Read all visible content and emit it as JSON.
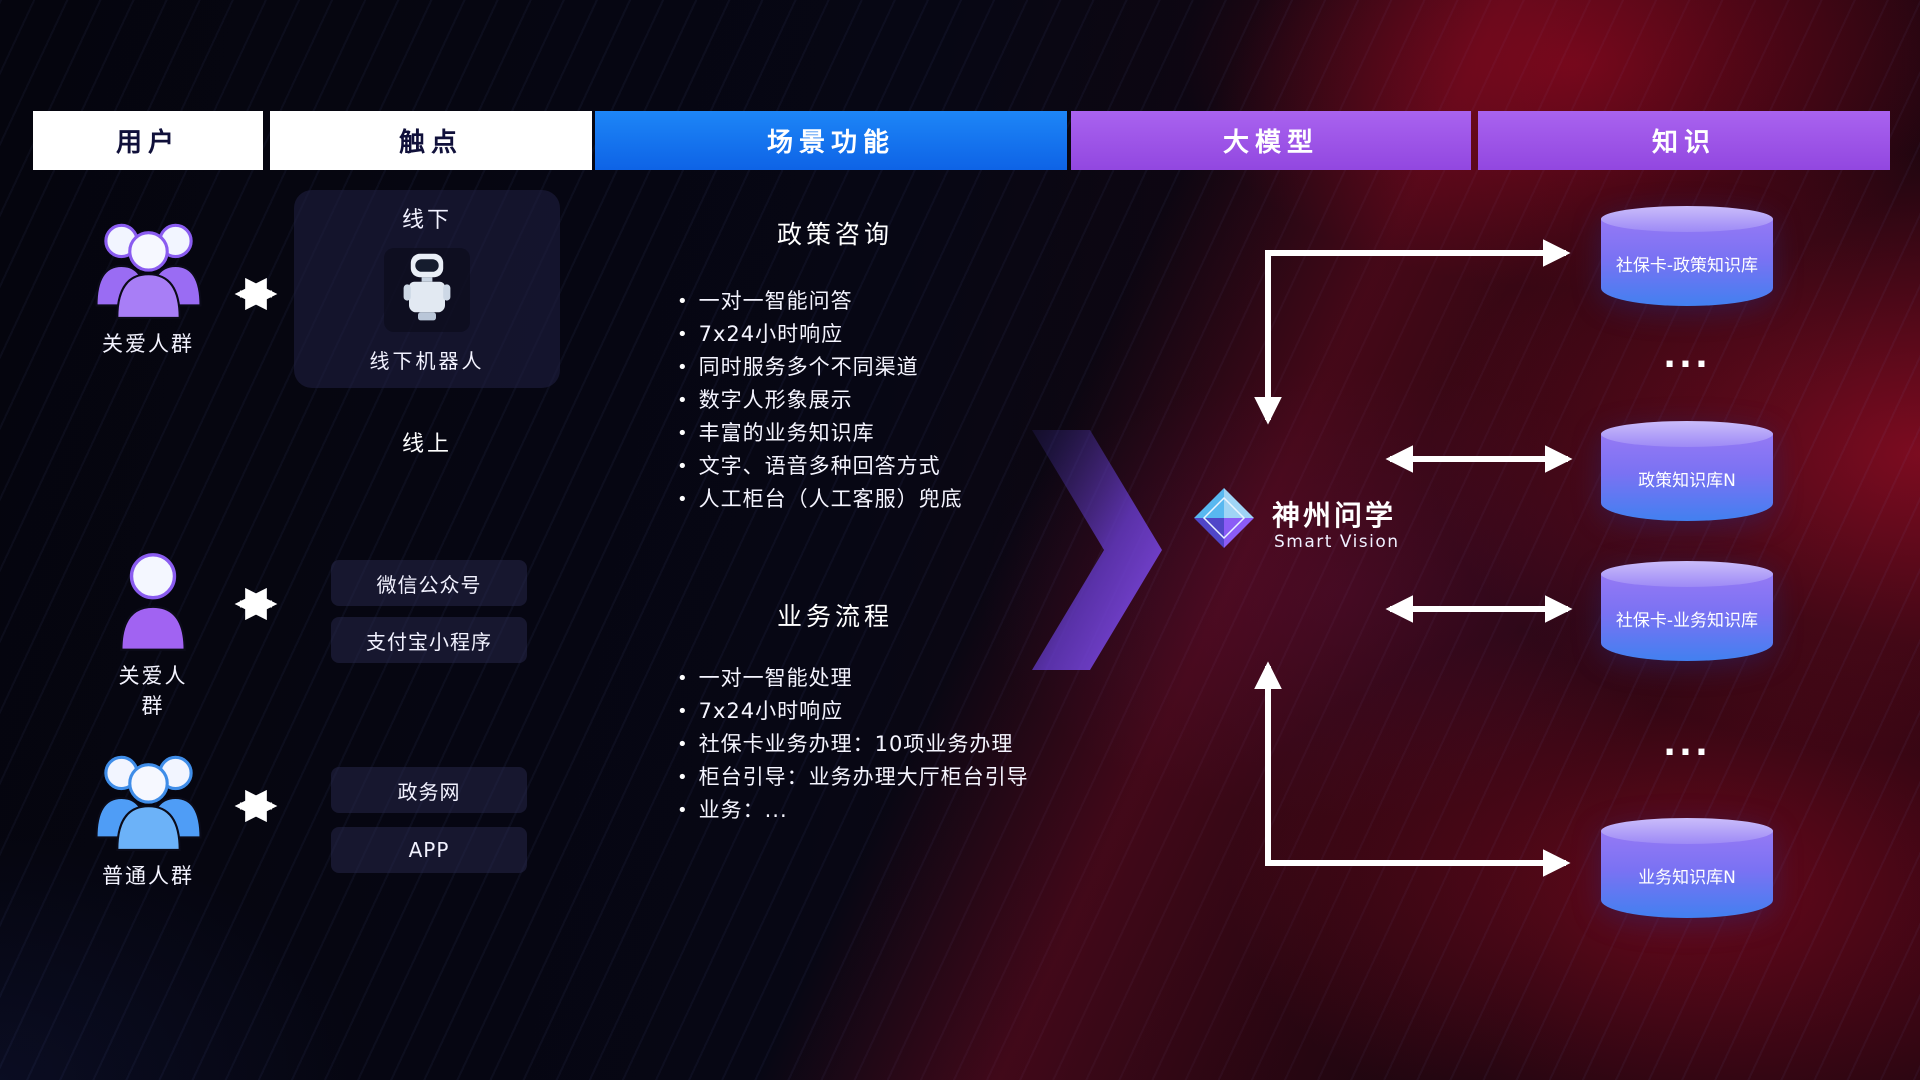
{
  "headers": [
    {
      "label": "用户"
    },
    {
      "label": "触点"
    },
    {
      "label": "场景功能"
    },
    {
      "label": "大模型"
    },
    {
      "label": "知识"
    }
  ],
  "users": [
    {
      "label": "关爱人群"
    },
    {
      "label": "关爱人群"
    },
    {
      "label": "普通人群"
    }
  ],
  "touchpoints": {
    "offline_title": "线下",
    "offline_robot_label": "线下机器人",
    "online_title": "线上",
    "channels": [
      "微信公众号",
      "支付宝小程序",
      "政务网",
      "APP"
    ]
  },
  "scenarios": [
    {
      "title": "政策咨询",
      "items": [
        "一对一智能问答",
        "7x24小时响应",
        "同时服务多个不同渠道",
        "数字人形象展示",
        "丰富的业务知识库",
        "文字、语音多种回答方式",
        "人工柜台（人工客服）兜底"
      ]
    },
    {
      "title": "业务流程",
      "items": [
        "一对一智能处理",
        "7x24小时响应",
        "社保卡业务办理：10项业务办理",
        "柜台引导：业务办理大厅柜台引导",
        "业务：..."
      ]
    }
  ],
  "model": {
    "name": "神州问学",
    "subtitle": "Smart Vision"
  },
  "knowledge": {
    "items": [
      {
        "type": "cylinder",
        "label": "社保卡-政策知识库"
      },
      {
        "type": "dots",
        "label": "..."
      },
      {
        "type": "cylinder",
        "label": "政策知识库N"
      },
      {
        "type": "cylinder",
        "label": "社保卡-业务知识库"
      },
      {
        "type": "dots",
        "label": "..."
      },
      {
        "type": "cylinder",
        "label": "业务知识库N"
      }
    ]
  },
  "colors": {
    "header_blue": "#1478f0",
    "header_purple": "#9e53ea",
    "cylinder_top": "#cabcfa",
    "cylinder_body_top": "#9579f4",
    "cylinder_body_bottom": "#4280f0",
    "flow_arrow_purple": "#8b52f5",
    "background_red": "#c8102d",
    "user_icon_purple": "#9a6cf3",
    "user_icon_blue": "#4f9df6"
  }
}
